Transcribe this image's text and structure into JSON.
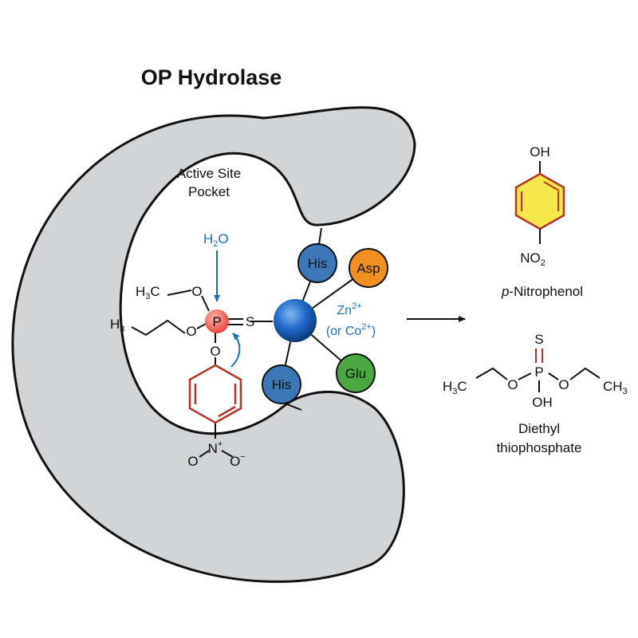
{
  "title": "OP Hydrolase",
  "pocket_label": {
    "line1": "Active Site",
    "line2": "Pocket"
  },
  "water": {
    "main": "H",
    "sub": "2",
    "tail": "O"
  },
  "substrate": {
    "methoxy_h": "H",
    "methoxy_sub": "3",
    "methoxy_c": "C",
    "o_top": "O",
    "p": "P",
    "s": "S",
    "ethyl_h": "H",
    "ethyl_sub": "3",
    "o_left": "O",
    "o_bottom": "O",
    "nitro_o1": "O",
    "nitro_n": "N",
    "nitro_plus": "+",
    "nitro_o2": "O",
    "nitro_minus": "−"
  },
  "residues": [
    {
      "label": "His",
      "color": "#3a78b8"
    },
    {
      "label": "Asp",
      "color": "#f0901e"
    },
    {
      "label": "Glu",
      "color": "#4aa840"
    },
    {
      "label": "His",
      "color": "#3a78b8"
    }
  ],
  "metal": {
    "line1_main": "Zn",
    "line1_sup": "2+",
    "line2_pre": "(or Co",
    "line2_sup": "2+",
    "line2_post": ")",
    "color": "#1f6fb8"
  },
  "products": {
    "nitrophenol": {
      "oh": "OH",
      "no2_main": "NO",
      "no2_sub": "2",
      "name_italic": "p",
      "name_rest": "-Nitrophenol",
      "ring_fill": "#f5e94a",
      "ring_stroke": "#b83226"
    },
    "thiophosphate": {
      "s": "S",
      "p": "P",
      "o_left": "O",
      "o_right": "O",
      "oh": "OH",
      "h3c_h": "H",
      "h3c_sub": "3",
      "h3c_c": "C",
      "ch3_c": "CH",
      "ch3_sub": "3",
      "name1": "Diethyl",
      "name2": "thiophosphate"
    }
  },
  "colors": {
    "enzyme_fill": "#d3d4d5",
    "phosphorus": "#f06a5e",
    "ring_red": "#b83226",
    "arrow_blue": "#1f6fb8"
  }
}
